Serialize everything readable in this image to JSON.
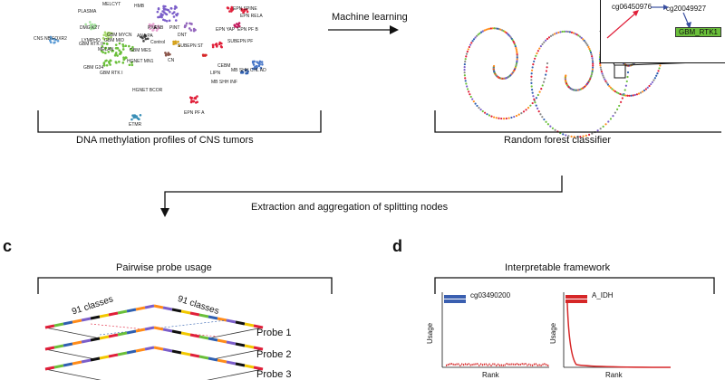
{
  "tsne": {
    "caption": "DNA methylation profiles of CNS tumors",
    "labels": [
      "MELCYT",
      "HMB",
      "PLASMA",
      "LYMPHO",
      "MELAN",
      "GBM MYCN",
      "GBM RTK II",
      "GBM MES",
      "GBM G34",
      "GBM RTK I",
      "GBM MID",
      "DMG K27",
      "CNS NB FOXR2",
      "HGNET MN1",
      "HGNET BCOR",
      "PXA",
      "ANA PA",
      "Control",
      "ENB",
      "CN",
      "PINT",
      "DNT",
      "SUBEPN ST",
      "SUBEPN PF",
      "EPN SPINE",
      "EPN RELA",
      "EPN PF B",
      "EPN YAP",
      "EPN PF A",
      "CEBM",
      "LIPN",
      "MB SHH CHL AD",
      "MB SHH INF",
      "ETMR"
    ]
  },
  "arrows": {
    "ml_label": "Machine learning",
    "extraction_label": "Extraction and aggregation of splitting nodes"
  },
  "forest": {
    "caption": "Random forest classifier",
    "zoom_node_a": "cg06450976",
    "zoom_node_b": "cg20049927",
    "zoom_leaf": "GBM_RTK1"
  },
  "panel_c": {
    "letter": "c",
    "title": "Pairwise probe usage",
    "axis_left": "91 classes",
    "axis_right": "91 classes",
    "probes": [
      "Probe 1",
      "Probe 2",
      "Probe 3"
    ]
  },
  "panel_d": {
    "letter": "d",
    "title": "Interpretable framework",
    "plots": [
      {
        "title": "cg03490200",
        "ylabel": "Usage",
        "xlabel": "Rank",
        "color": "#3a5fb0"
      },
      {
        "title": "A_IDH",
        "ylabel": "Usage",
        "xlabel": "Rank",
        "color": "#d62728"
      }
    ]
  },
  "colors": {
    "accent_green": "#6abf3a",
    "red": "#e0203a",
    "blue": "#3060b0",
    "purple": "#7b5ec9"
  }
}
